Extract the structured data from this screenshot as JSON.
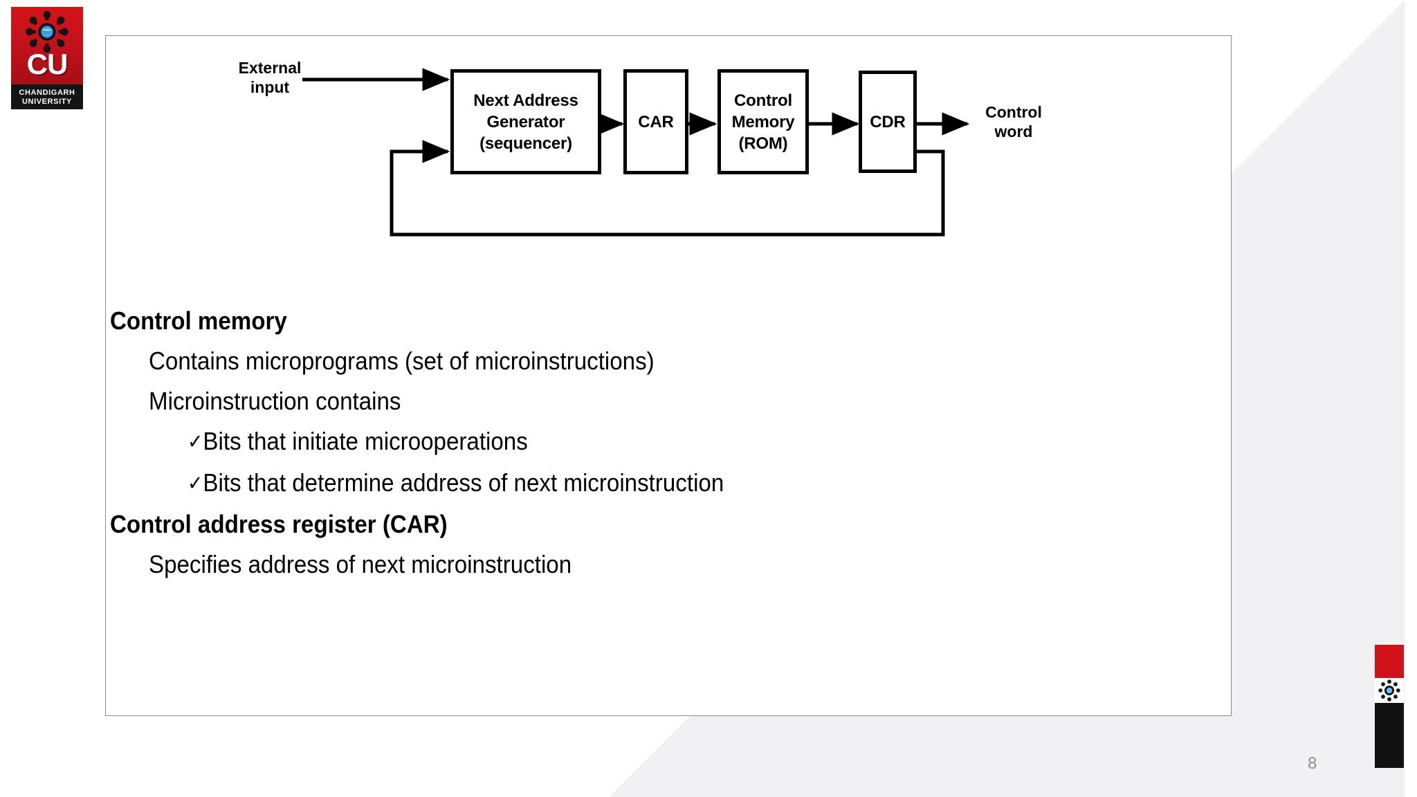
{
  "slide": {
    "page_number": "8",
    "accent_red": "#c1111a",
    "accent_black": "#141414",
    "frame_border_color": "#8a8a92",
    "background_band_color": "#f1f1f3"
  },
  "logo": {
    "name": "Chandigarh University",
    "monogram": "CU",
    "line1": "CHANDIGARH",
    "line2": "UNIVERSITY"
  },
  "diagram": {
    "type": "block-diagram",
    "title": "Microprogrammed control unit block diagram",
    "labels": {
      "external_input": "External\ninput",
      "external_input_line1": "External",
      "external_input_line2": "input",
      "control_word_line1": "Control",
      "control_word_line2": "word"
    },
    "boxes": [
      {
        "id": "sequencer",
        "label": "Next Address\nGenerator\n(sequencer)",
        "line1": "Next Address",
        "line2": "Generator",
        "line3": "(sequencer)"
      },
      {
        "id": "car",
        "label": "CAR",
        "line1": "CAR"
      },
      {
        "id": "control-memory",
        "label": "Control\nMemory\n(ROM)",
        "line1": "Control",
        "line2": "Memory",
        "line3": "(ROM)"
      },
      {
        "id": "cdr",
        "label": "CDR",
        "line1": "CDR"
      }
    ],
    "connections": [
      {
        "from": "external-input",
        "to": "sequencer"
      },
      {
        "from": "sequencer",
        "to": "car"
      },
      {
        "from": "car",
        "to": "control-memory"
      },
      {
        "from": "control-memory",
        "to": "cdr"
      },
      {
        "from": "cdr",
        "to": "control-word"
      },
      {
        "from": "cdr",
        "to": "sequencer",
        "style": "feedback-loop"
      }
    ]
  },
  "body": {
    "items": [
      {
        "level": 1,
        "bullet": "",
        "text": "Control memory"
      },
      {
        "level": 2,
        "bullet": "",
        "text": "Contains microprograms (set of microinstructions)"
      },
      {
        "level": 2,
        "bullet": "",
        "text": "Microinstruction contains"
      },
      {
        "level": 3,
        "bullet": "✓",
        "text": "Bits that initiate microoperations"
      },
      {
        "level": 3,
        "bullet": "✓",
        "text": "Bits that determine address of next microinstruction"
      },
      {
        "level": 1,
        "bullet": "",
        "text": "Control address register (CAR)"
      },
      {
        "level": 2,
        "bullet": "",
        "text": "Specifies address of next microinstruction"
      }
    ]
  }
}
